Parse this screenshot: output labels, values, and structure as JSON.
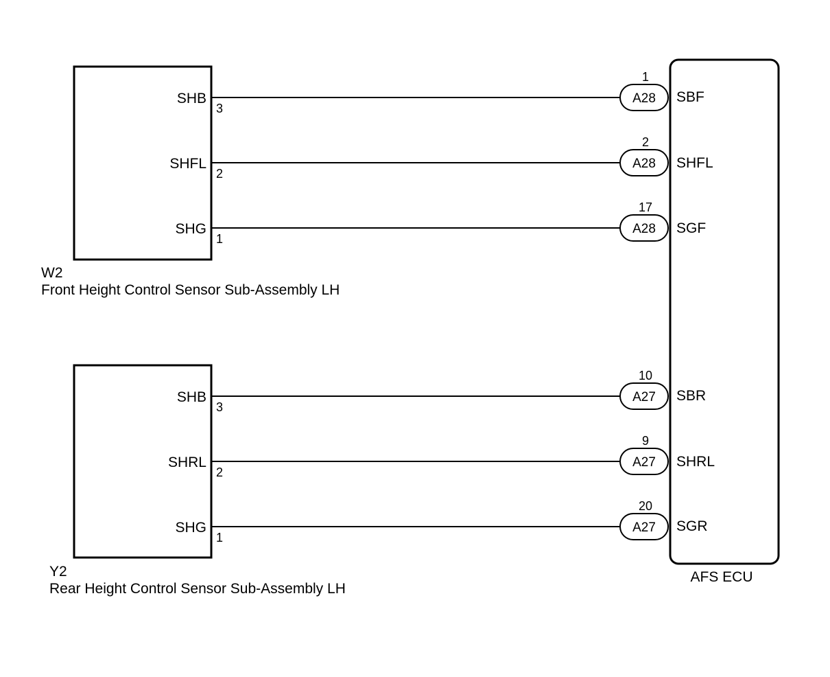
{
  "components": [
    {
      "code": "W2",
      "name": "Front Height Control Sensor Sub-Assembly LH",
      "pins": [
        {
          "name": "SHB",
          "number": "3"
        },
        {
          "name": "SHFL",
          "number": "2"
        },
        {
          "name": "SHG",
          "number": "1"
        }
      ]
    },
    {
      "code": "Y2",
      "name": "Rear Height Control Sensor Sub-Assembly LH",
      "pins": [
        {
          "name": "SHB",
          "number": "3"
        },
        {
          "name": "SHRL",
          "number": "2"
        },
        {
          "name": "SHG",
          "number": "1"
        }
      ]
    }
  ],
  "ecu": {
    "name": "AFS ECU",
    "terminals": [
      {
        "connector": "A28",
        "pin": "1",
        "name": "SBF"
      },
      {
        "connector": "A28",
        "pin": "2",
        "name": "SHFL"
      },
      {
        "connector": "A28",
        "pin": "17",
        "name": "SGF"
      },
      {
        "connector": "A27",
        "pin": "10",
        "name": "SBR"
      },
      {
        "connector": "A27",
        "pin": "9",
        "name": "SHRL"
      },
      {
        "connector": "A27",
        "pin": "20",
        "name": "SGR"
      }
    ]
  }
}
